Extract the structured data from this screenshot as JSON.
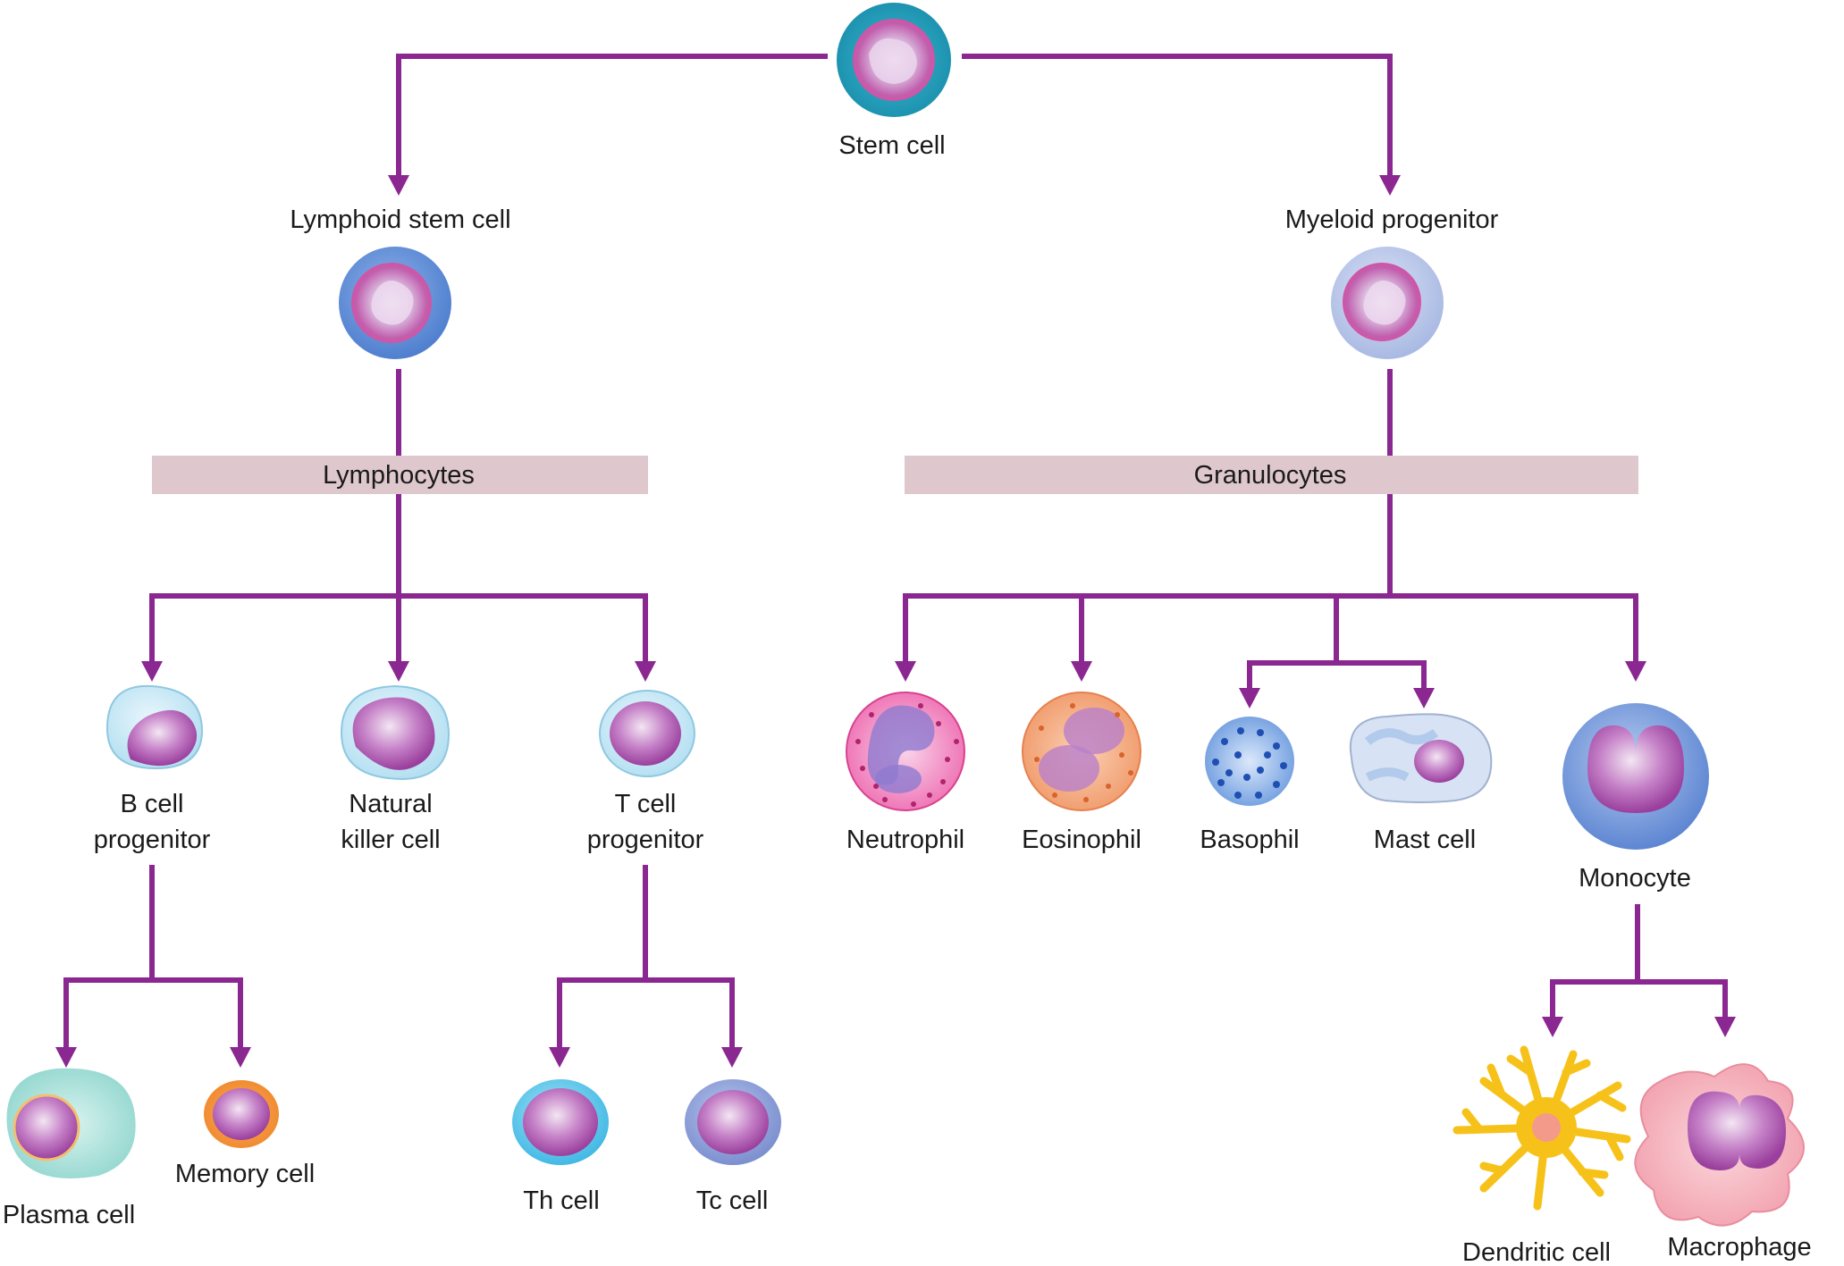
{
  "colors": {
    "connector": "#8b2791",
    "group_band": "#dfc8cd"
  },
  "stem": {
    "label": "Stem cell"
  },
  "lymphoid": {
    "label": "Lymphoid stem cell",
    "group_label": "Lymphocytes"
  },
  "myeloid": {
    "label": "Myeloid progenitor",
    "group_label": "Granulocytes"
  },
  "lymphocytes": {
    "b_progenitor": {
      "line1": "B cell",
      "line2": "progenitor"
    },
    "nk_cell": {
      "line1": "Natural",
      "line2": "killer cell"
    },
    "t_progenitor": {
      "line1": "T cell",
      "line2": "progenitor"
    },
    "plasma_cell": "Plasma cell",
    "memory_cell": "Memory cell",
    "th_cell": "Th cell",
    "tc_cell": "Tc cell"
  },
  "granulocytes": {
    "neutrophil": "Neutrophil",
    "eosinophil": "Eosinophil",
    "basophil": "Basophil",
    "mast_cell": "Mast cell",
    "monocyte": "Monocyte",
    "dendritic_cell": "Dendritic cell",
    "macrophage": "Macrophage"
  }
}
